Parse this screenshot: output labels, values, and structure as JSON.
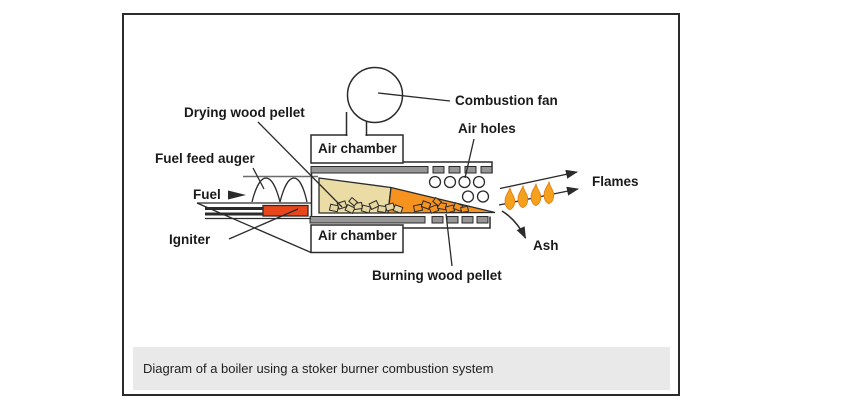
{
  "caption": {
    "text": "Diagram of a boiler using a stoker burner combustion system"
  },
  "labels": {
    "combustion_fan": "Combustion fan",
    "air_holes": "Air holes",
    "drying_wood_pellet": "Drying wood pellet",
    "fuel_feed_auger": "Fuel feed auger",
    "air_chamber_top": "Air chamber",
    "air_chamber_bottom": "Air chamber",
    "fuel": "Fuel",
    "igniter": "Igniter",
    "flames": "Flames",
    "ash": "Ash",
    "burning_wood_pellet": "Burning wood pellet"
  },
  "colors": {
    "outline": "#2B2B2B",
    "plate_gray": "#969696",
    "tan": "#EADCA4",
    "pellet_tan": "#E5D79E",
    "orange": "#F6921E",
    "red": "#E8471B",
    "flame": "#F5A11E",
    "flame_edge": "#E07B10",
    "caption_bg": "#E9E9E9"
  },
  "icons": {
    "fan": "fan-circle-icon",
    "flame": "flame-icon",
    "flow_arrow": "arrow-icon",
    "fuel_arrow": "triangle-arrow-icon",
    "ash_arrow": "curved-arrow-icon",
    "auger": "auger-wave-icon"
  }
}
